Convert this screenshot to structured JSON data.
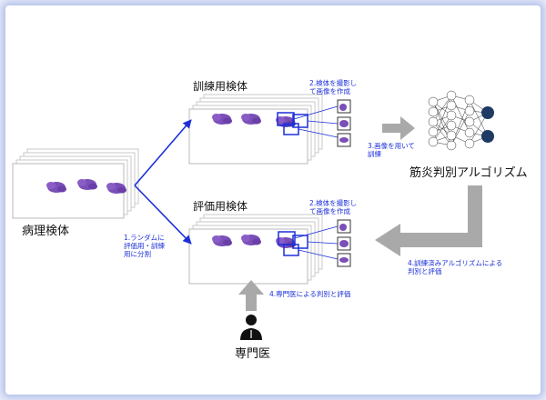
{
  "labels": {
    "pathology_specimen": "病理検体",
    "training_specimen": "訓練用検体",
    "evaluation_specimen": "評価用検体",
    "algorithm": "筋炎判別アルゴリズム",
    "specialist": "専門医"
  },
  "steps": {
    "step1": "1.ランダムに\n評価用・訓練\n用に分割",
    "step2_top": "2.検体を撮影し\nて画像を作成",
    "step2_bottom": "2.検体を撮影し\nて画像を作成",
    "step3": "3.画像を用いて\n訓練",
    "step4_algo": "4.訓練済みアルゴリズムによる\n判別と評価",
    "step4_doctor": "4.専門医による判別と評価"
  },
  "colors": {
    "accent": "#1c2fd8",
    "tissue": "#7a4fb8",
    "arrow_gray": "#a9a9a9",
    "node_dark": "#1f3a63"
  }
}
